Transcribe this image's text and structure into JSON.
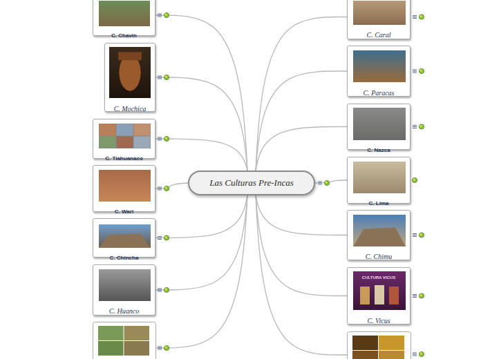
{
  "diagram": {
    "nodes": [
      {
        "text": [
          "Las Culturas Pre-Incas"
        ]
      },
      {
        "text": [
          "C. Chavin"
        ]
      },
      {
        "text": [
          "C. Mochica"
        ]
      },
      {
        "text": [
          "C. Tiahuanaco"
        ]
      },
      {
        "text": [
          "C. Wari"
        ]
      },
      {
        "text": [
          "C. Chincha"
        ]
      },
      {
        "text": [
          "C. Huanco"
        ]
      },
      {
        "text": [
          "C. Caral"
        ]
      },
      {
        "text": [
          "C. Paracas"
        ]
      },
      {
        "text": [
          "C. Nazca"
        ]
      },
      {
        "text": [
          "C. Lima"
        ]
      },
      {
        "text": [
          "C. Chimu"
        ]
      },
      {
        "text": [
          "C. Vicus"
        ]
      }
    ],
    "edges": [
      {
        "from": 0,
        "to": 1,
        "arrow": "none"
      },
      {
        "from": 0,
        "to": 2,
        "arrow": "none"
      },
      {
        "from": 0,
        "to": 3,
        "arrow": "none"
      },
      {
        "from": 0,
        "to": 4,
        "arrow": "none"
      },
      {
        "from": 0,
        "to": 5,
        "arrow": "none"
      },
      {
        "from": 0,
        "to": 6,
        "arrow": "none"
      },
      {
        "from": 0,
        "to": 7,
        "arrow": "none"
      },
      {
        "from": 0,
        "to": 8,
        "arrow": "none"
      },
      {
        "from": 0,
        "to": 9,
        "arrow": "none"
      },
      {
        "from": 0,
        "to": 10,
        "arrow": "none"
      },
      {
        "from": 0,
        "to": 11,
        "arrow": "none"
      },
      {
        "from": 0,
        "to": 12,
        "arrow": "none"
      }
    ],
    "labels": [
      "CULTURA VICUS"
    ]
  }
}
